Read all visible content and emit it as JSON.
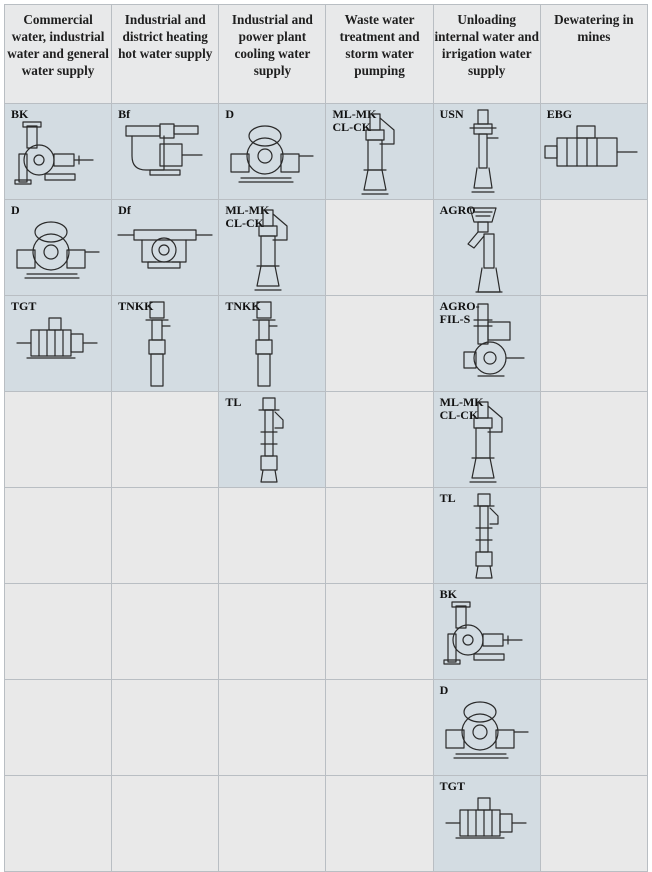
{
  "headers": [
    "Commercial water, industrial water and general water supply",
    "Industrial and district heating hot water supply",
    "Industrial and power plant cooling water supply",
    "Waste water treatment and storm water pumping",
    "Unloading internal water and irrigation water supply",
    "Dewatering in mines"
  ],
  "rows": [
    {
      "cells": [
        {
          "code": "BK",
          "icon": "end-suction-pump-icon"
        },
        {
          "code": "Bf",
          "icon": "double-volute-pump-icon"
        },
        {
          "code": "D",
          "icon": "split-case-pump-icon"
        },
        {
          "code": "ML-MK\nCL-CK",
          "icon": "vertical-mixed-flow-pump-icon"
        },
        {
          "code": "USN",
          "icon": "vertical-column-pump-icon"
        },
        {
          "code": "EBG",
          "icon": "multistage-mine-pump-icon"
        }
      ]
    },
    {
      "cells": [
        {
          "code": "D",
          "icon": "split-case-pump-icon"
        },
        {
          "code": "Df",
          "icon": "axially-split-pump-icon"
        },
        {
          "code": "ML-MK\nCL-CK",
          "icon": "vertical-mixed-flow-pump-icon"
        },
        {
          "code": "",
          "icon": ""
        },
        {
          "code": "AGRO",
          "icon": "vertical-propeller-pump-icon"
        },
        {
          "code": "",
          "icon": ""
        }
      ]
    },
    {
      "cells": [
        {
          "code": "TGT",
          "icon": "multistage-pump-icon"
        },
        {
          "code": "TNKK",
          "icon": "vertical-can-pump-icon"
        },
        {
          "code": "TNKK",
          "icon": "vertical-can-pump-icon"
        },
        {
          "code": "",
          "icon": ""
        },
        {
          "code": "AGRO-\nFIL-S",
          "icon": "filtered-irrigation-pump-icon"
        },
        {
          "code": "",
          "icon": ""
        }
      ]
    },
    {
      "cells": [
        {
          "code": "",
          "icon": ""
        },
        {
          "code": "",
          "icon": ""
        },
        {
          "code": "TL",
          "icon": "vertical-turbine-pump-icon"
        },
        {
          "code": "",
          "icon": ""
        },
        {
          "code": "ML-MK\nCL-CK",
          "icon": "vertical-mixed-flow-pump-icon"
        },
        {
          "code": "",
          "icon": ""
        }
      ]
    },
    {
      "cells": [
        {
          "code": "",
          "icon": ""
        },
        {
          "code": "",
          "icon": ""
        },
        {
          "code": "",
          "icon": ""
        },
        {
          "code": "",
          "icon": ""
        },
        {
          "code": "TL",
          "icon": "vertical-turbine-pump-icon"
        },
        {
          "code": "",
          "icon": ""
        }
      ]
    },
    {
      "cells": [
        {
          "code": "",
          "icon": ""
        },
        {
          "code": "",
          "icon": ""
        },
        {
          "code": "",
          "icon": ""
        },
        {
          "code": "",
          "icon": ""
        },
        {
          "code": "BK",
          "icon": "end-suction-pump-icon"
        },
        {
          "code": "",
          "icon": ""
        }
      ]
    },
    {
      "cells": [
        {
          "code": "",
          "icon": ""
        },
        {
          "code": "",
          "icon": ""
        },
        {
          "code": "",
          "icon": ""
        },
        {
          "code": "",
          "icon": ""
        },
        {
          "code": "D",
          "icon": "split-case-pump-icon"
        },
        {
          "code": "",
          "icon": ""
        }
      ]
    },
    {
      "cells": [
        {
          "code": "",
          "icon": ""
        },
        {
          "code": "",
          "icon": ""
        },
        {
          "code": "",
          "icon": ""
        },
        {
          "code": "",
          "icon": ""
        },
        {
          "code": "TGT",
          "icon": "multistage-pump-icon"
        },
        {
          "code": "",
          "icon": ""
        }
      ]
    }
  ],
  "colors": {
    "filled_cell": "#d3dce2",
    "empty_cell": "#e9e9e9",
    "header": "#e8e9ea",
    "border": "#b9bec3",
    "ink": "#2a2a2a"
  }
}
